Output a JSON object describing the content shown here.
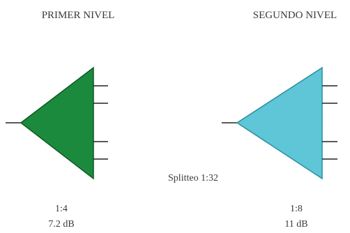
{
  "first_level": {
    "title": "PRIMER NIVEL",
    "ratio": "1:4",
    "loss": "7.2 dB",
    "fill_color": "#1b8a3c",
    "output_count": 4
  },
  "second_level": {
    "title": "SEGUNDO NIVEL",
    "ratio": "1:8",
    "loss": "11 dB",
    "fill_color": "#5ec6d6",
    "output_count": 4
  },
  "total": {
    "label": "Splitteo 1:32"
  },
  "colors": {
    "line": "#222222",
    "outline_first": "#0e5a24",
    "outline_second": "#2a8fa0"
  }
}
